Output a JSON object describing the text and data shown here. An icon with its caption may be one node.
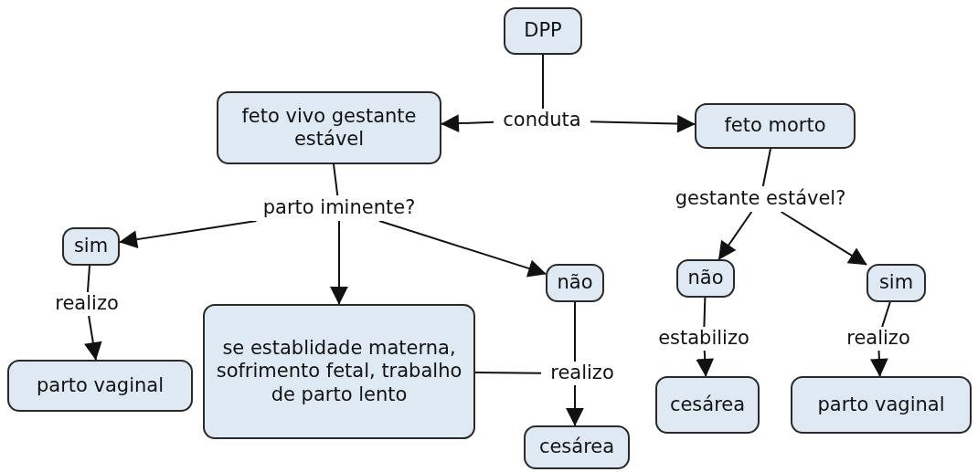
{
  "diagram": {
    "nodes": [
      {
        "text": [
          "DPP"
        ]
      },
      {
        "text": [
          "conduta"
        ]
      },
      {
        "text": [
          "feto vivo gestante estável"
        ]
      },
      {
        "text": [
          "feto morto"
        ]
      },
      {
        "text": [
          "parto iminente?"
        ]
      },
      {
        "text": [
          "gestante estável?"
        ]
      },
      {
        "text": [
          "sim"
        ]
      },
      {
        "text": [
          "se establidade materna, sofrimento fetal, trabalho de parto lento"
        ]
      },
      {
        "text": [
          "não"
        ]
      },
      {
        "text": [
          "não"
        ]
      },
      {
        "text": [
          "sim"
        ]
      },
      {
        "text": [
          "realizo"
        ]
      },
      {
        "text": [
          "realizo"
        ]
      },
      {
        "text": [
          "estabilizo"
        ]
      },
      {
        "text": [
          "realizo"
        ]
      },
      {
        "text": [
          "parto vaginal"
        ]
      },
      {
        "text": [
          "cesárea"
        ]
      },
      {
        "text": [
          "cesárea"
        ]
      },
      {
        "text": [
          "parto vaginal"
        ]
      }
    ],
    "edges": [
      {
        "from": 0,
        "to": 1,
        "arrow": "none"
      },
      {
        "from": 1,
        "to": 2,
        "arrow": "to"
      },
      {
        "from": 1,
        "to": 3,
        "arrow": "to"
      },
      {
        "from": 2,
        "to": 4,
        "arrow": "none"
      },
      {
        "from": 4,
        "to": 6,
        "arrow": "to"
      },
      {
        "from": 4,
        "to": 7,
        "arrow": "to"
      },
      {
        "from": 4,
        "to": 8,
        "arrow": "to"
      },
      {
        "from": 3,
        "to": 5,
        "arrow": "none"
      },
      {
        "from": 5,
        "to": 9,
        "arrow": "to"
      },
      {
        "from": 5,
        "to": 10,
        "arrow": "to"
      },
      {
        "from": 6,
        "to": 11,
        "arrow": "none"
      },
      {
        "from": 11,
        "to": 15,
        "arrow": "to"
      },
      {
        "from": 7,
        "to": 12,
        "arrow": "none"
      },
      {
        "from": 8,
        "to": 12,
        "arrow": "none"
      },
      {
        "from": 12,
        "to": 16,
        "arrow": "to"
      },
      {
        "from": 9,
        "to": 13,
        "arrow": "none"
      },
      {
        "from": 13,
        "to": 17,
        "arrow": "to"
      },
      {
        "from": 10,
        "to": 14,
        "arrow": "none"
      },
      {
        "from": 14,
        "to": 18,
        "arrow": "to"
      }
    ]
  }
}
